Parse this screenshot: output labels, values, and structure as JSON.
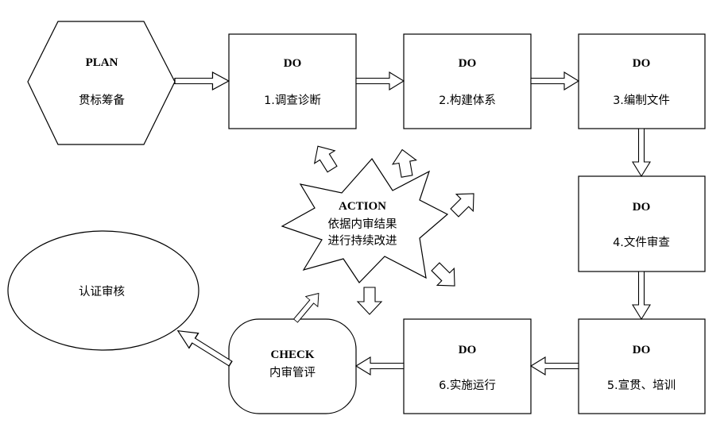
{
  "plan": {
    "heading": "PLAN",
    "label": "贯标筹备"
  },
  "steps": [
    {
      "heading": "DO",
      "label": "1.调查诊断"
    },
    {
      "heading": "DO",
      "label": "2.构建体系"
    },
    {
      "heading": "DO",
      "label": "3.编制文件"
    },
    {
      "heading": "DO",
      "label": "4.文件审查"
    },
    {
      "heading": "DO",
      "label": "5.宣贯、培训"
    },
    {
      "heading": "DO",
      "label": "6.实施运行"
    }
  ],
  "check": {
    "heading": "CHECK",
    "label": "内审管评"
  },
  "action": {
    "heading": "ACTION",
    "line1": "依据内审结果",
    "line2": "进行持续改进"
  },
  "certification": {
    "label": "认证审核"
  }
}
